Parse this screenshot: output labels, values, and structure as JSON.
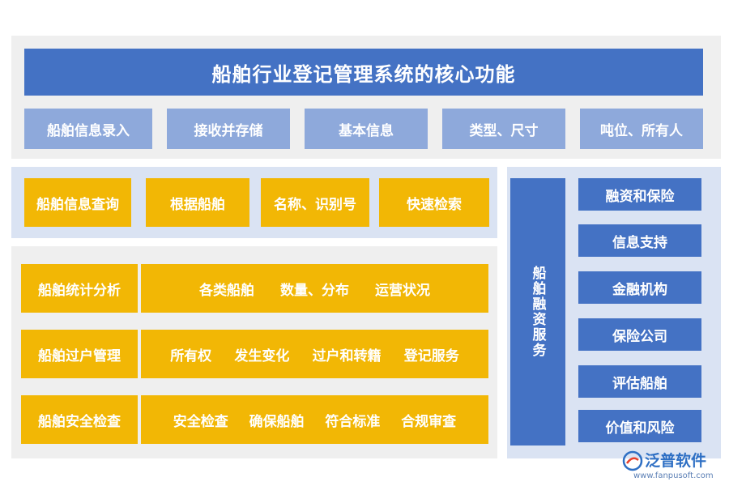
{
  "title": "船舶行业登记管理系统的核心功能",
  "section1": {
    "items": [
      "船舶信息录入",
      "接收并存储",
      "基本信息",
      "类型、尺寸",
      "吨位、所有人"
    ]
  },
  "section2": {
    "items": [
      "船舶信息查询",
      "根据船舶",
      "名称、识别号",
      "快速检索"
    ]
  },
  "section3": {
    "rows": [
      {
        "label": "船舶统计分析",
        "items": [
          "各类船舶",
          "数量、分布",
          "运营状况"
        ]
      },
      {
        "label": "船舶过户管理",
        "items": [
          "所有权",
          "发生变化",
          "过户和转籍",
          "登记服务"
        ]
      },
      {
        "label": "船舶安全检查",
        "items": [
          "安全检查",
          "确保船舶",
          "符合标准",
          "合规审查"
        ]
      }
    ]
  },
  "finance": {
    "label": "船舶融资服务",
    "items": [
      "融资和保险",
      "信息支持",
      "金融机构",
      "保险公司",
      "评估船舶",
      "价值和风险"
    ]
  },
  "watermark": {
    "brand": "泛普软件",
    "url": "www.fanpusoft.com"
  },
  "colors": {
    "blue": "#4472c4",
    "light_blue": "#8ea9db",
    "gold": "#f2b705",
    "panel_gray": "#efefef",
    "panel_lavender": "#dae3f3"
  }
}
